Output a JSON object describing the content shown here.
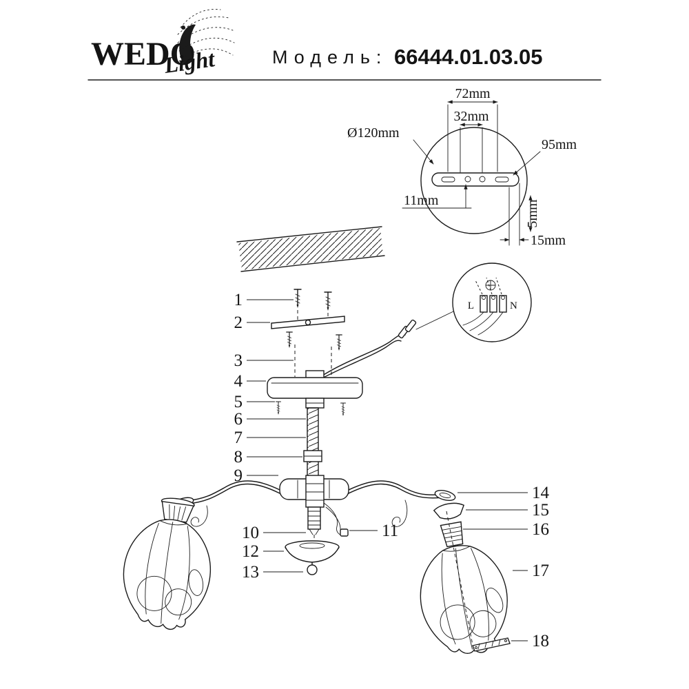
{
  "header": {
    "logo_main": "WEDO",
    "logo_sub": "Light",
    "model_label": "Модель:",
    "model_number": "66444.01.03.05"
  },
  "mount_detail": {
    "dim_width_outer": "72mm",
    "dim_width_inner": "32mm",
    "dim_diameter": "Ø120mm",
    "dim_height": "95mm",
    "dim_slot": "11mm",
    "dim_depth": "5mm",
    "dim_edge": "15mm"
  },
  "wiring_detail": {
    "terminal_live": "L",
    "terminal_neutral": "N"
  },
  "part_numbers": [
    "1",
    "2",
    "3",
    "4",
    "5",
    "6",
    "7",
    "8",
    "9",
    "10",
    "11",
    "12",
    "13",
    "14",
    "15",
    "16",
    "17",
    "18"
  ]
}
